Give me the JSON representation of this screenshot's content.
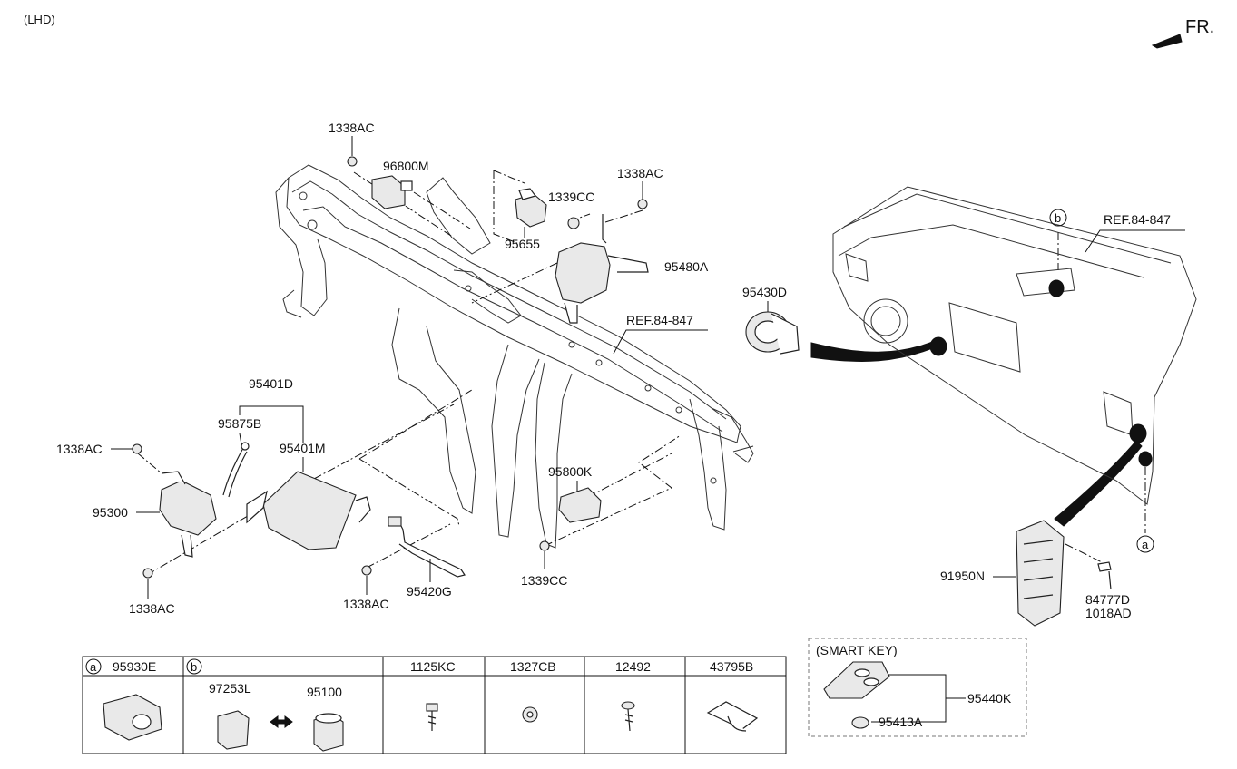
{
  "header": {
    "drive_note": "(LHD)",
    "front_label": "FR."
  },
  "callouts": {
    "c1338ac_top": "1338AC",
    "c96800m": "96800M",
    "c1338ac_topright": "1338AC",
    "c1339cc_top": "1339CC",
    "c95655": "95655",
    "c95480a": "95480A",
    "ref_center": "REF.84-847",
    "c95401d": "95401D",
    "c95875b": "95875B",
    "c95401m": "95401M",
    "c1338ac_left": "1338AC",
    "c95300": "95300",
    "c1338ac_bottomleft": "1338AC",
    "c95800k": "95800K",
    "c1339cc_bottom": "1339CC",
    "c1338ac_bottom": "1338AC",
    "c95420g": "95420G",
    "c95430d": "95430D",
    "ref_right": "REF.84-847",
    "circle_b": "b",
    "circle_a": "a",
    "c91950n": "91950N",
    "c84777d": "84777D",
    "c1018ad": "1018AD"
  },
  "smart_key": {
    "title": "(SMART KEY)",
    "key_part": "95440K",
    "battery_part": "95413A"
  },
  "legend_table": {
    "cells": [
      {
        "badge": "a",
        "part": "95930E"
      },
      {
        "badge": "b",
        "part": ""
      },
      {
        "badge": "",
        "part": "1125KC"
      },
      {
        "badge": "",
        "part": "1327CB"
      },
      {
        "badge": "",
        "part": "12492"
      },
      {
        "badge": "",
        "part": "43795B"
      }
    ],
    "b_items": [
      "97253L",
      "95100"
    ]
  }
}
